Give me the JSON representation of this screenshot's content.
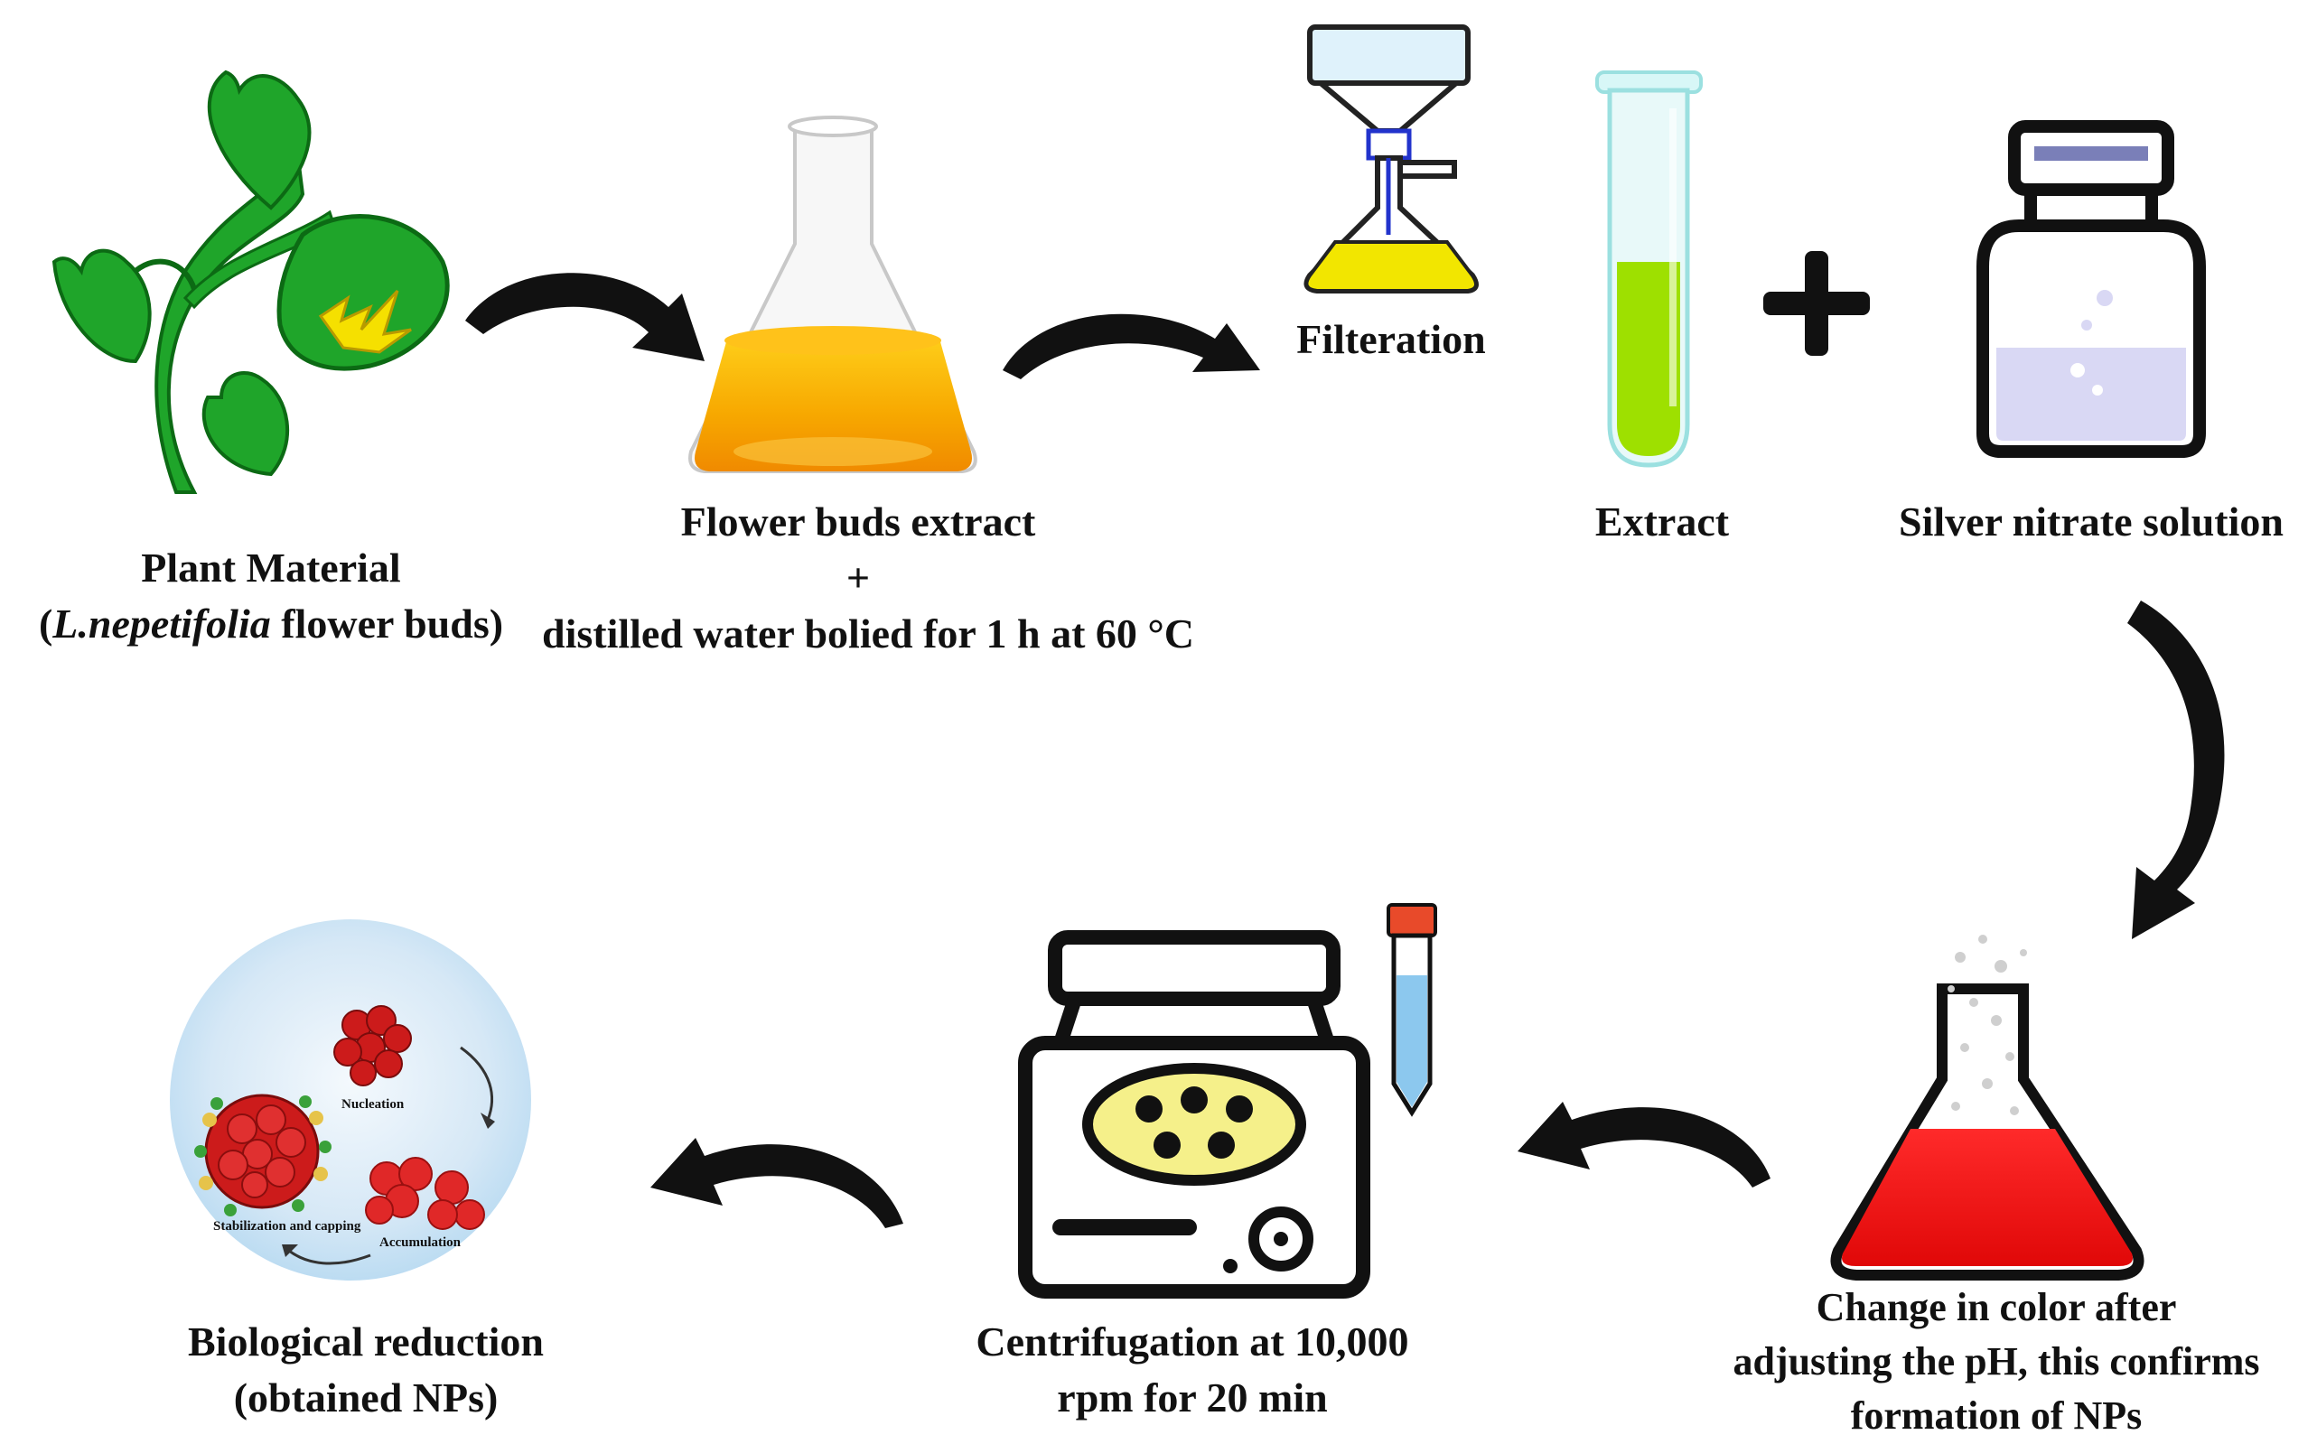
{
  "steps": {
    "plant": {
      "line1": "Plant Material",
      "line2_open": "(",
      "line2_italic": "L.nepetifolia",
      "line2_rest": " flower buds)"
    },
    "flask": {
      "line1": "Flower buds extract",
      "line2": "+",
      "line3": "distilled water bolied for 1 h at 60 °C"
    },
    "filtration": {
      "label": "Filteration"
    },
    "extract": {
      "label": "Extract"
    },
    "plus": "+",
    "silver": {
      "label": "Silver nitrate solution"
    },
    "color_change": {
      "line1": "Change in color after",
      "line2": "adjusting the pH, this confirms",
      "line3": "formation of NPs"
    },
    "centrifuge": {
      "line1": "Centrifugation at 10,000",
      "line2": "rpm for 20 min"
    },
    "bio": {
      "line1": "Biological reduction",
      "line2": "(obtained NPs)"
    }
  },
  "inset": {
    "nucleation": "Nucleation",
    "stabilization": "Stabilization and capping",
    "accumulation": "Accumulation"
  },
  "colors": {
    "leaf": "#1fa52a",
    "leaf_dark": "#0c6a14",
    "flower": "#f5e000",
    "extract_orange": "#f7a800",
    "filtrate_yellow": "#f2e600",
    "tube_green": "#9ee000",
    "silver_liquid": "#d9d8f4",
    "red_solution": "#ee1111",
    "np_red": "#cc1b1b",
    "arrow": "#111111",
    "sphere": "#bcdcf2",
    "tube_cap": "#e84a2a",
    "tube_liquid": "#8cc8ee"
  }
}
